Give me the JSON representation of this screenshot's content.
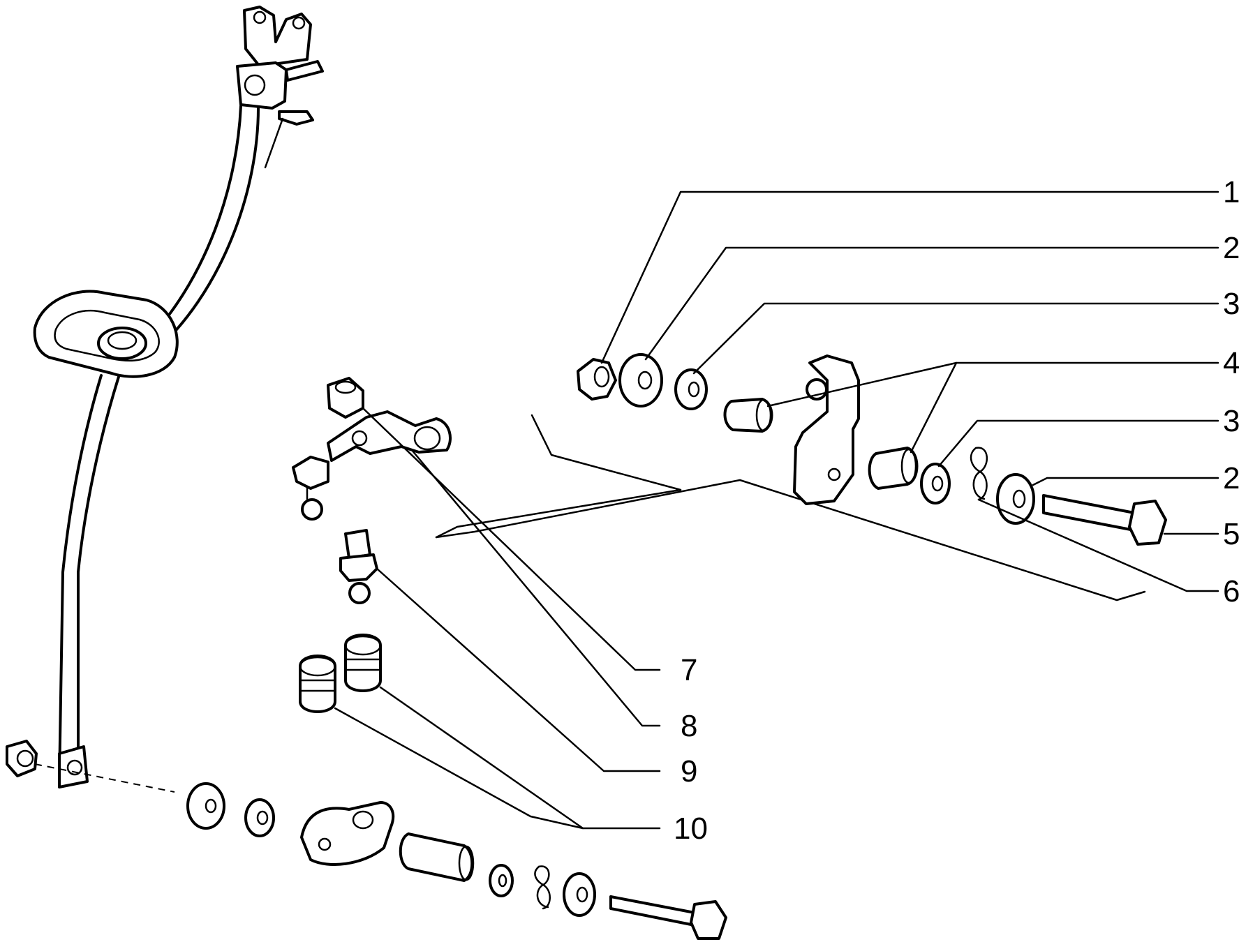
{
  "diagram": {
    "callouts": [
      {
        "id": "c1",
        "number": "1"
      },
      {
        "id": "c2a",
        "number": "2"
      },
      {
        "id": "c3a",
        "number": "3"
      },
      {
        "id": "c4",
        "number": "4"
      },
      {
        "id": "c3b",
        "number": "3"
      },
      {
        "id": "c2b",
        "number": "2"
      },
      {
        "id": "c5",
        "number": "5"
      },
      {
        "id": "c6",
        "number": "6"
      },
      {
        "id": "c7",
        "number": "7"
      },
      {
        "id": "c8",
        "number": "8"
      },
      {
        "id": "c9",
        "number": "9"
      },
      {
        "id": "c10",
        "number": "10"
      }
    ],
    "line_color": "#000000",
    "background": "#ffffff"
  }
}
